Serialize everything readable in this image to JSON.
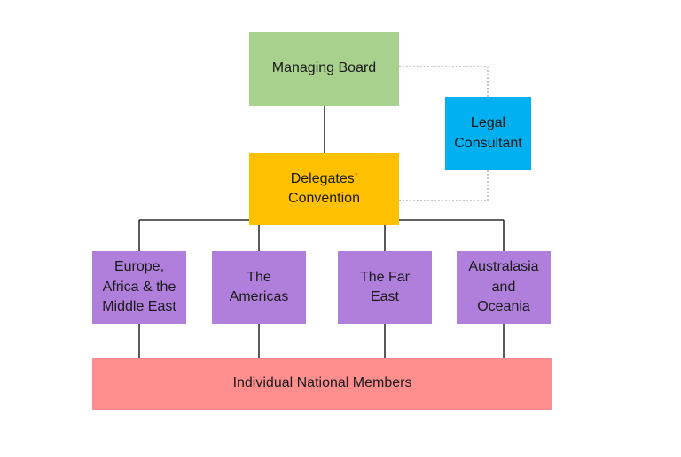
{
  "nodes": {
    "board": {
      "label": "Managing Board",
      "color": "#a9d18e"
    },
    "legal": {
      "label": "Legal\nConsultant",
      "color": "#00b0f0"
    },
    "convention": {
      "label": "Delegates’\nConvention",
      "color": "#ffc000"
    },
    "regions": [
      {
        "label": "Europe,\nAfrica & the\nMiddle East",
        "color": "#b07fdc"
      },
      {
        "label": "The\nAmericas",
        "color": "#b07fdc"
      },
      {
        "label": "The Far\nEast",
        "color": "#b07fdc"
      },
      {
        "label": "Australasia\nand\nOceania",
        "color": "#b07fdc"
      }
    ],
    "members": {
      "label": "Individual National Members",
      "color": "#ff8f8f"
    }
  },
  "edges": [
    {
      "from": "board",
      "to": "convention",
      "style": "solid"
    },
    {
      "from": "board",
      "to": "legal",
      "style": "dotted"
    },
    {
      "from": "convention",
      "to": "legal",
      "style": "dotted"
    },
    {
      "from": "convention",
      "to": "regions",
      "style": "solid"
    },
    {
      "from": "regions",
      "to": "members",
      "style": "solid"
    }
  ]
}
